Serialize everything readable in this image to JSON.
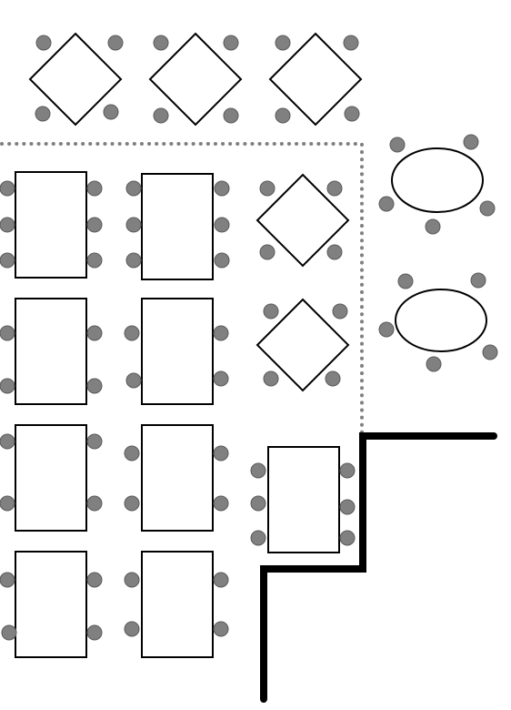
{
  "floor_plan": {
    "colors": {
      "table_fill": "#ffffff",
      "table_stroke": "#000000",
      "seat_fill": "#808080",
      "zone_line": "#808080",
      "wall": "#000000"
    },
    "legend_shape_types": [
      "diamond",
      "rectangle",
      "ellipse"
    ],
    "counts": {
      "diamond_tables": 5,
      "rectangle_tables": 9,
      "ellipse_tables": 2,
      "seats": 71
    }
  }
}
